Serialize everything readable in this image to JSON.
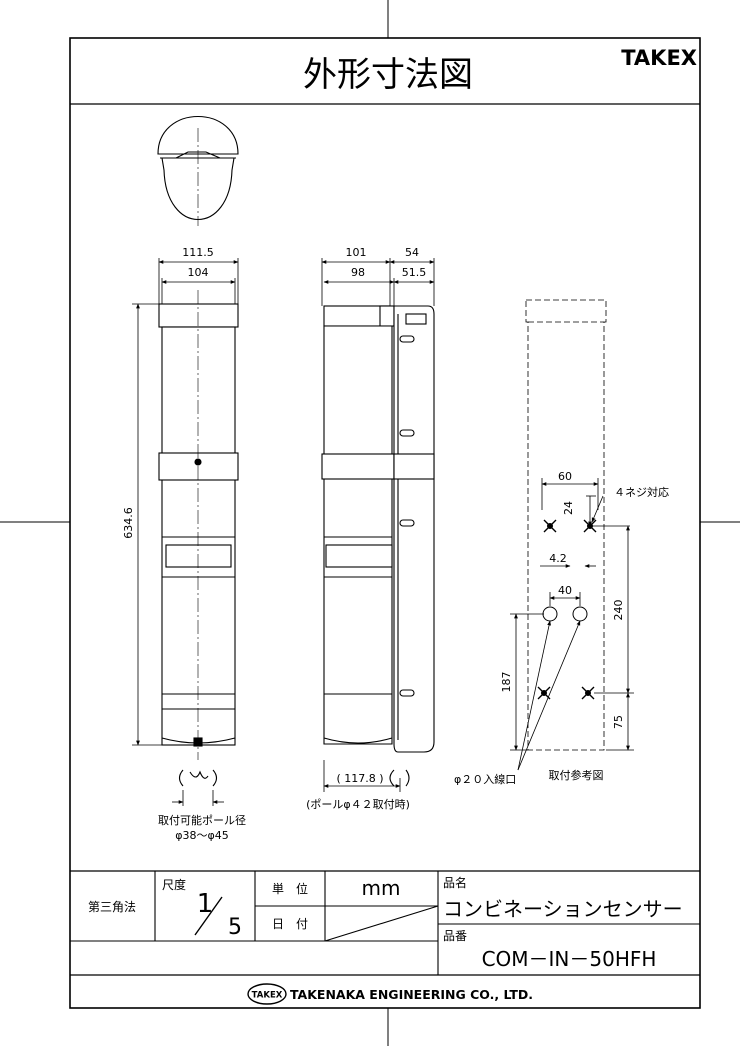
{
  "header": {
    "title": "外形寸法図",
    "brand": "TAKEX"
  },
  "front_view": {
    "dim_top_outer": "111.5",
    "dim_top_inner": "104",
    "dim_height": "634.6",
    "pole_note_line1": "取付可能ポール径",
    "pole_note_line2": "φ38～φ45"
  },
  "side_view": {
    "dim_101": "101",
    "dim_54": "54",
    "dim_98": "98",
    "dim_51_5": "51.5",
    "dim_117_8": "( 117.8 )",
    "pole_mount_note": "(ポールφ４２取付時)"
  },
  "mount_ref": {
    "dim_60": "60",
    "dim_24": "24",
    "dim_4_2": "4.2",
    "dim_40": "40",
    "dim_240": "240",
    "dim_187": "187",
    "dim_75": "75",
    "screw_note": "４ネジ対応",
    "hole_note": "φ２０入線口",
    "caption": "取付参考図"
  },
  "title_block": {
    "projection": "第三角法",
    "scale_label": "尺度",
    "scale_num": "1",
    "scale_den": "5",
    "unit_label": "単　位",
    "unit_value": "mm",
    "date_label": "日　付",
    "product_name_label": "品名",
    "product_name": "コンビネーションセンサー",
    "product_code_label": "品番",
    "product_code": "COM－IN－50HFH",
    "company_logo": "TAKEX",
    "company": "TAKENAKA ENGINEERING CO., LTD."
  }
}
